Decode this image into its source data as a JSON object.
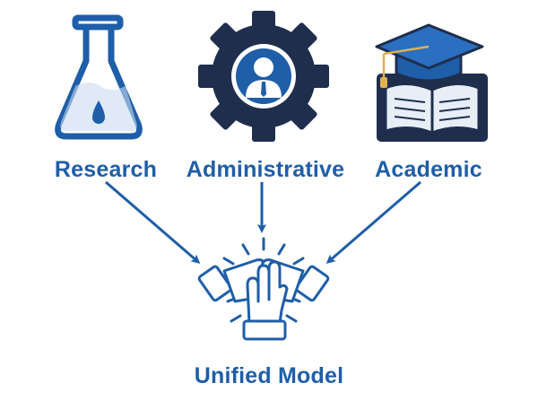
{
  "diagram": {
    "sources": [
      {
        "label": "Research",
        "icon": "flask-icon"
      },
      {
        "label": "Administrative",
        "icon": "gear-person-icon"
      },
      {
        "label": "Academic",
        "icon": "graduation-book-icon"
      }
    ],
    "target": {
      "label": "Unified Model",
      "icon": "joined-hands-icon"
    },
    "colors": {
      "primary": "#1f5ea8",
      "dark": "#1f2e4d",
      "light": "#c9dcf0",
      "bookFill": "#e8eef6"
    }
  }
}
